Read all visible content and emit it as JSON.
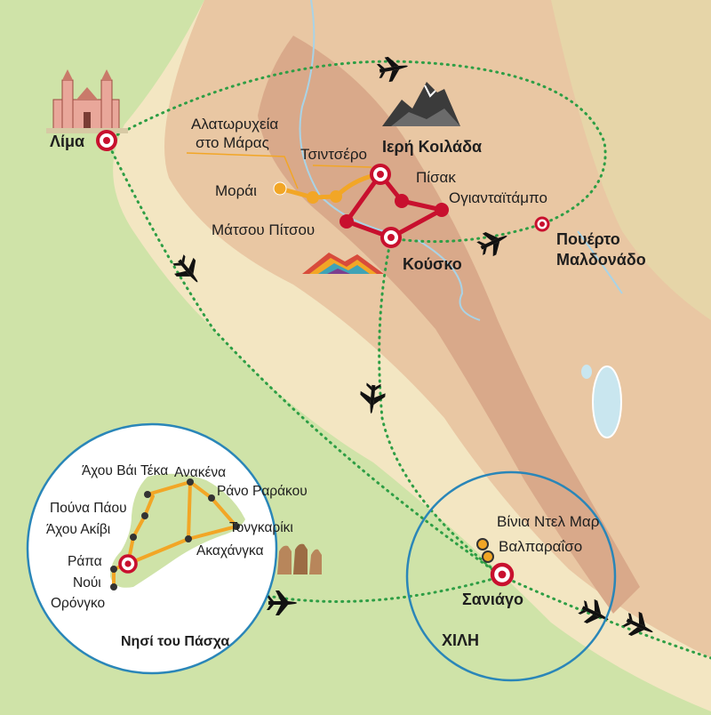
{
  "colors": {
    "coast_green": "#cfe3a8",
    "lowland": "#f3e6c2",
    "highland": "#e9c7a3",
    "mountain": "#d9a98a",
    "water": "#c9e6ef",
    "flight_route": "#2e9e45",
    "red_route": "#c8102e",
    "orange_route": "#f2a626",
    "circle_outline": "#2a86b8"
  },
  "labels": {
    "lima": "Λίμα",
    "maras": "Αλατωρυχεία",
    "maras2": "στο Μάρας",
    "chinchero": "Τσιντσέρο",
    "sacred_valley": "Ιερή Κοιλάδα",
    "moray": "Μοράι",
    "pisac": "Πίσακ",
    "ollantaytambo": "Ογιανταϊτάμπο",
    "machu_picchu": "Μάτσου Πίτσου",
    "cusco": "Κούσκο",
    "puerto1": "Πουέρτο",
    "puerto2": "Μαλδονάδο",
    "ahu_vai_teka": "Άχου Βάι Τέκα",
    "anakena": "Ανακένα",
    "rano_raraku": "Ράνο Ραράκου",
    "puna_pau": "Πούνα Πάου",
    "ahu_akivi": "Άχου Ακίβι",
    "tongariki": "Τονγκαρίκι",
    "akahanga": "Ακαχάνγκα",
    "rapa": "Ράπα",
    "nui": "Νούι",
    "orongo": "Ορόνγκο",
    "easter_island": "Νησί του Πάσχα",
    "vina": "Βίνια Ντελ Μαρ",
    "valparaiso": "Βαλπαραΐσο",
    "santiago": "Σανιάγο",
    "chile": "ΧΙΛΗ"
  }
}
